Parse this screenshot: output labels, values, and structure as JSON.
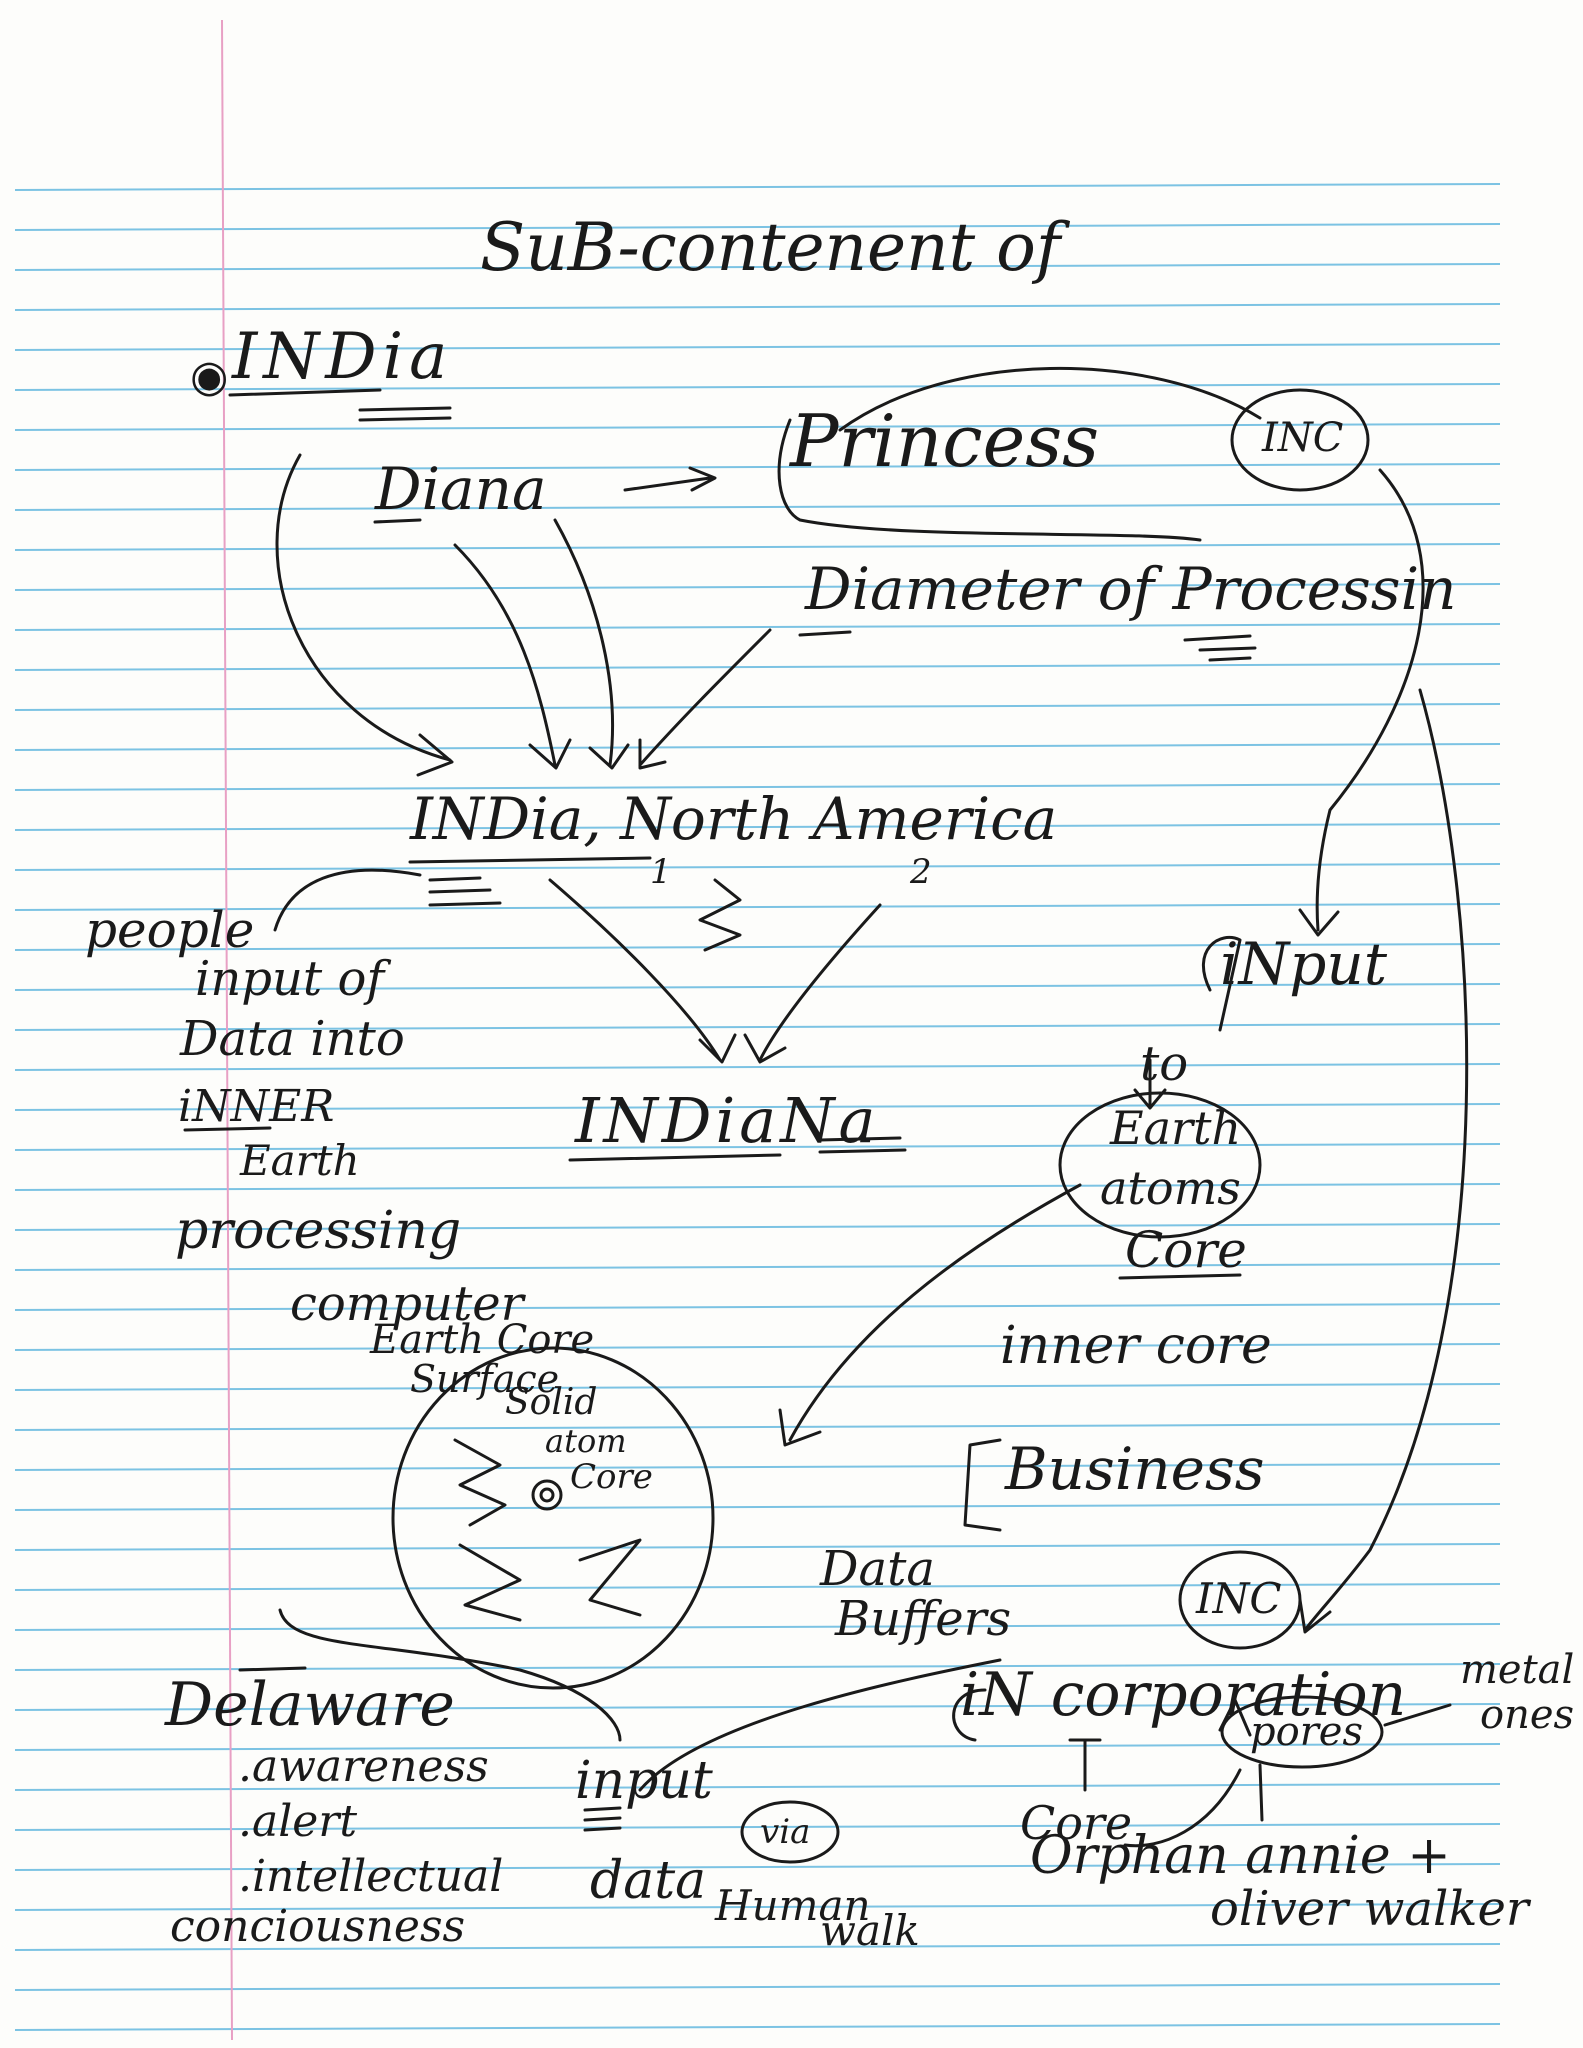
{
  "title": "SuB-contenent of",
  "india_top": "INDia",
  "diana": "Diana",
  "princess": "Princess",
  "inc_top": "INC",
  "diameter": "Diameter of Processin",
  "india_na": "INDia, North America",
  "num_1": "1",
  "num_2": "2",
  "indiana": "INDiaNa",
  "left_note": [
    "people",
    "input of",
    "Data into",
    "iNNER",
    "Earth",
    "processing"
  ],
  "computer": [
    "computer",
    "Earth Core",
    "Surface"
  ],
  "solid": [
    "Solid",
    "atom",
    "Core"
  ],
  "input_right": "iNput",
  "to": "to",
  "earth_atoms": [
    "Earth",
    "atoms"
  ],
  "core": "Core",
  "inner_core": "inner core",
  "business": "Business",
  "data_buffers": [
    "Data",
    "Buffers"
  ],
  "inc_bottom": "INC",
  "delaware": "Delaware",
  "delaware_items": [
    ".awareness",
    ".alert",
    ".intellectual",
    "conciousness"
  ],
  "input_data": [
    "input",
    "data"
  ],
  "via": "via",
  "human_walk": [
    "Human",
    "walk"
  ],
  "incorporation": "iN corporation",
  "pores": "pores",
  "metal_ones": [
    "metal",
    "ones"
  ],
  "core_bottom": "Core",
  "orphan": [
    "Orphan annie +",
    "oliver walker"
  ],
  "colors": {
    "rule": "#7cc3e3",
    "margin": "#e8a0c4",
    "ink": "#1a1a1a"
  }
}
